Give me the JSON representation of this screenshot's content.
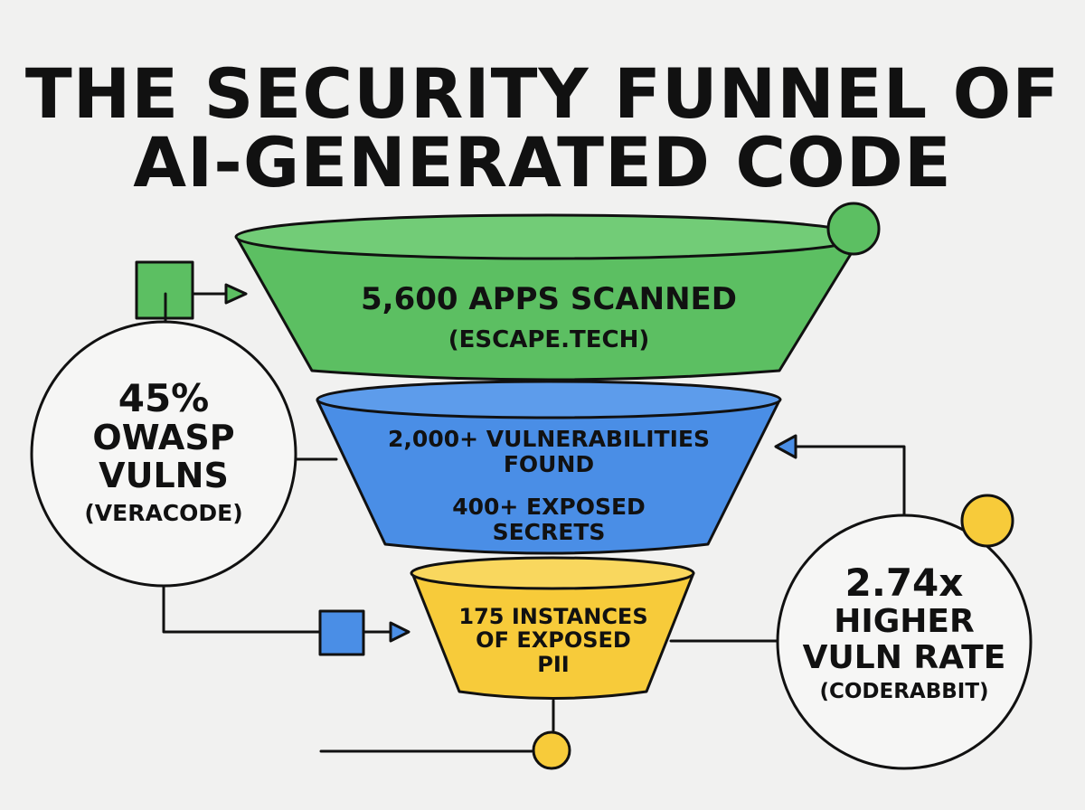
{
  "title": {
    "line1": "THE SECURITY FUNNEL OF",
    "line2": "AI-GENERATED CODE"
  },
  "funnel": [
    {
      "color": "#5cbf62",
      "lines": [
        "5,600 APPS SCANNED",
        "(ESCAPE.TECH)"
      ]
    },
    {
      "color": "#4a8ee6",
      "lines": [
        "2,000+ VULNERABILITIES",
        "FOUND",
        "400+ EXPOSED",
        "SECRETS"
      ]
    },
    {
      "color": "#f7cb3a",
      "lines": [
        "175 INSTANCES",
        "OF EXPOSED",
        "PII"
      ]
    }
  ],
  "callouts": {
    "left": {
      "lines": [
        "45%",
        "OWASP",
        "VULNS",
        "(VERACODE)"
      ]
    },
    "right": {
      "lines": [
        "2.74x",
        "HIGHER",
        "VULN RATE",
        "(CODERABBIT)"
      ]
    }
  },
  "colors": {
    "green": "#5cbf62",
    "blue": "#4a8ee6",
    "yellow": "#f7cb3a",
    "ink": "#111111",
    "background": "#f1f1f0"
  }
}
